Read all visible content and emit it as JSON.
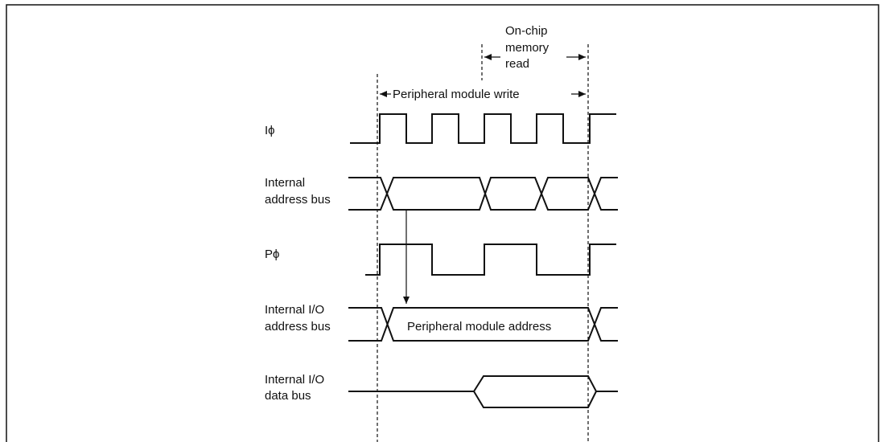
{
  "labels": {
    "on_chip_line1": "On-chip",
    "on_chip_line2": "memory",
    "on_chip_line3": "read",
    "peripheral_write": "Peripheral module write",
    "i_phi": "Iϕ",
    "internal_address_bus_line1": "Internal",
    "internal_address_bus_line2": "address bus",
    "p_phi": "Pϕ",
    "internal_io_address_bus_line1": "Internal I/O",
    "internal_io_address_bus_line2": "address bus",
    "peripheral_module_address": "Peripheral module address",
    "internal_io_data_bus_line1": "Internal I/O",
    "internal_io_data_bus_line2": "data bus"
  },
  "colors": {
    "ink": "#111111",
    "background": "#ffffff"
  }
}
